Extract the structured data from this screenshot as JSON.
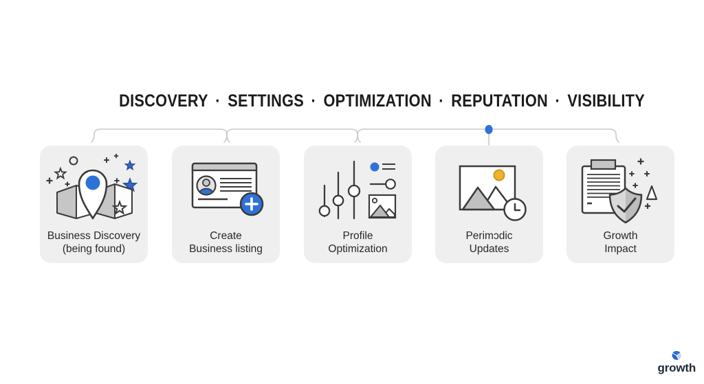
{
  "header": {
    "steps": [
      "DISCOVERY",
      "SETTINGS",
      "OPTIMIZATION",
      "REPUTATION",
      "VISIBILITY"
    ],
    "separator": "·"
  },
  "progress": {
    "dot_over_step": "REPUTATION",
    "dot_color": "#2e72d8"
  },
  "cards": [
    {
      "id": "business-discovery",
      "icon": "map-location-pin-icon",
      "line1": "Business Discovery",
      "line2": "(being found)"
    },
    {
      "id": "create-business-listing",
      "icon": "listing-card-plus-icon",
      "line1": "Create",
      "line2": "Business listing"
    },
    {
      "id": "profile-optimization",
      "icon": "sliders-icon",
      "line1": "Profile",
      "line2": "Optimization"
    },
    {
      "id": "periodic-updates",
      "icon": "photo-clock-icon",
      "line1": "Perimɔdic",
      "line2": "Updates"
    },
    {
      "id": "growth-impact",
      "icon": "report-shield-check-icon",
      "line1": "Growth",
      "line2": "Impact"
    }
  ],
  "logo": {
    "text": "growth"
  },
  "colors": {
    "background": "#ffffff",
    "card_bg": "#efefef",
    "accent_blue": "#2e72d8",
    "star_blue": "#3465c8",
    "outline_dark": "#3a3a3a",
    "bracket_gray": "#c9c9c9",
    "fill_gray": "#c6c6c6",
    "sun_yellow": "#f2b32c",
    "title_text": "#1b1b1b",
    "label_text": "#282828",
    "logo_text": "#1e2936"
  }
}
